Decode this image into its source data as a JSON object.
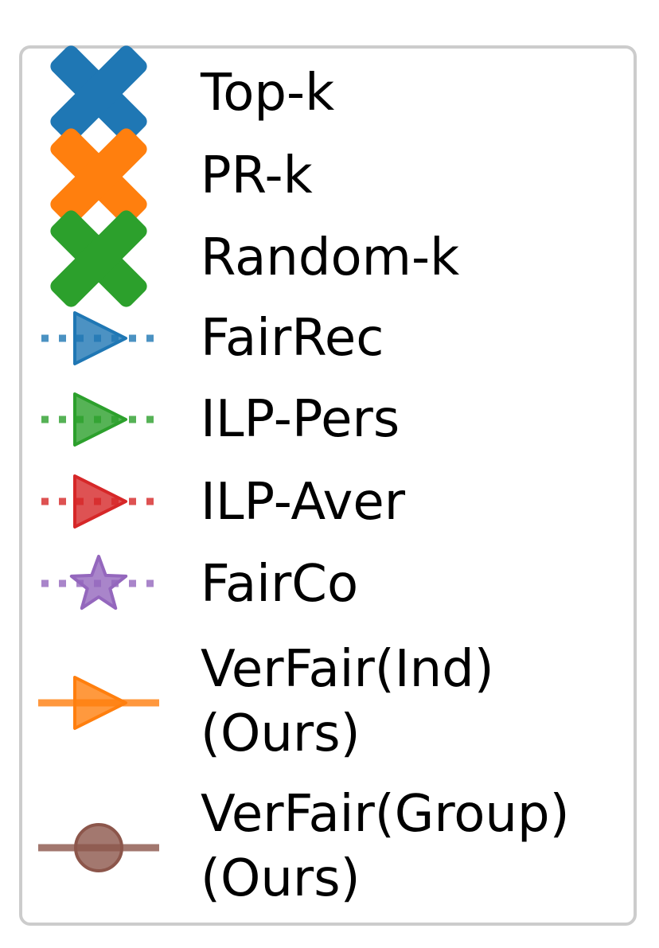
{
  "chart_data": {
    "type": "legend",
    "entries": [
      {
        "label": "Top-k",
        "marker": "x-filled",
        "line": "none",
        "color": "#1f77b4"
      },
      {
        "label": "PR-k",
        "marker": "x-filled",
        "line": "none",
        "color": "#ff7f0e"
      },
      {
        "label": "Random-k",
        "marker": "x-filled",
        "line": "none",
        "color": "#2ca02c"
      },
      {
        "label": "FairRec",
        "marker": "triangle-right",
        "line": "dotted",
        "color": "#1f77b4"
      },
      {
        "label": "ILP-Pers",
        "marker": "triangle-right",
        "line": "dotted",
        "color": "#2ca02c"
      },
      {
        "label": "ILP-Aver",
        "marker": "triangle-right",
        "line": "dotted",
        "color": "#d62728"
      },
      {
        "label": "FairCo",
        "marker": "star",
        "line": "dotted",
        "color": "#9467bd"
      },
      {
        "label": "VerFair(Ind)",
        "label2": "(Ours)",
        "marker": "triangle-right",
        "line": "solid",
        "color": "#ff7f0e"
      },
      {
        "label": "VerFair(Group)",
        "label2": "(Ours)",
        "marker": "circle",
        "line": "solid",
        "color": "#8c564b"
      }
    ]
  }
}
